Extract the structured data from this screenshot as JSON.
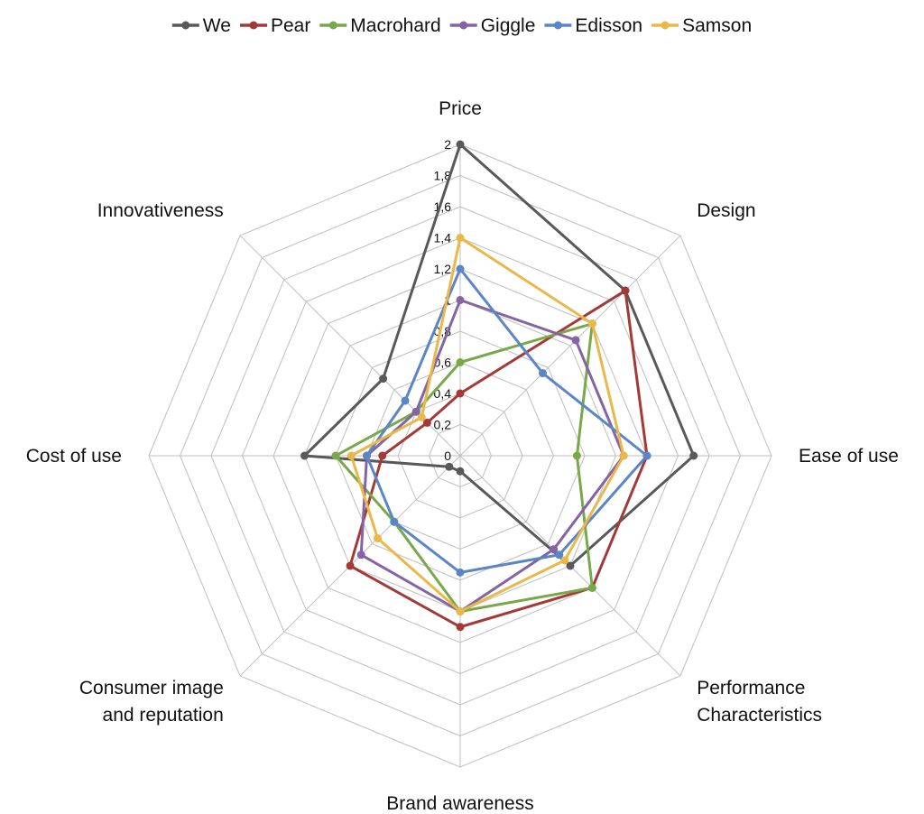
{
  "chart_data": {
    "type": "radar",
    "categories": [
      "Price",
      "Design",
      "Ease of use",
      "Performance Characteristics",
      "Brand awareness",
      "Consumer image and reputation",
      "Cost of use",
      "Innovativeness"
    ],
    "category_lines": [
      [
        "Price"
      ],
      [
        "Design"
      ],
      [
        "Ease of use"
      ],
      [
        "Performance",
        "Characteristics"
      ],
      [
        "Brand awareness"
      ],
      [
        "Consumer image",
        "and reputation"
      ],
      [
        "Cost of use"
      ],
      [
        "Innovativeness"
      ]
    ],
    "rlim": [
      0,
      2
    ],
    "ticks": [
      "0",
      "0,2",
      "0,4",
      "0,6",
      "0,8",
      "1",
      "1,2",
      "1,4",
      "1,6",
      "1,8",
      "2"
    ],
    "grid": true,
    "legend": "top",
    "series": [
      {
        "name": "We",
        "color": "#595959",
        "values": [
          2.0,
          1.5,
          1.5,
          1.0,
          0.1,
          0.1,
          1.0,
          0.7
        ]
      },
      {
        "name": "Pear",
        "color": "#A33A37",
        "values": [
          0.4,
          1.5,
          1.2,
          1.2,
          1.1,
          1.0,
          0.5,
          0.3
        ]
      },
      {
        "name": "Macrohard",
        "color": "#78A84A",
        "values": [
          0.6,
          1.2,
          0.75,
          1.2,
          1.0,
          0.6,
          0.8,
          0.4
        ]
      },
      {
        "name": "Giggle",
        "color": "#8564A3",
        "values": [
          1.0,
          1.05,
          1.05,
          0.85,
          1.0,
          0.9,
          0.6,
          0.4
        ]
      },
      {
        "name": "Edisson",
        "color": "#5B86C6",
        "values": [
          1.2,
          0.75,
          1.2,
          0.9,
          0.75,
          0.6,
          0.6,
          0.5
        ]
      },
      {
        "name": "Samson",
        "color": "#EAB84A",
        "values": [
          1.4,
          1.2,
          1.05,
          0.95,
          1.0,
          0.75,
          0.7,
          0.35
        ]
      }
    ]
  }
}
